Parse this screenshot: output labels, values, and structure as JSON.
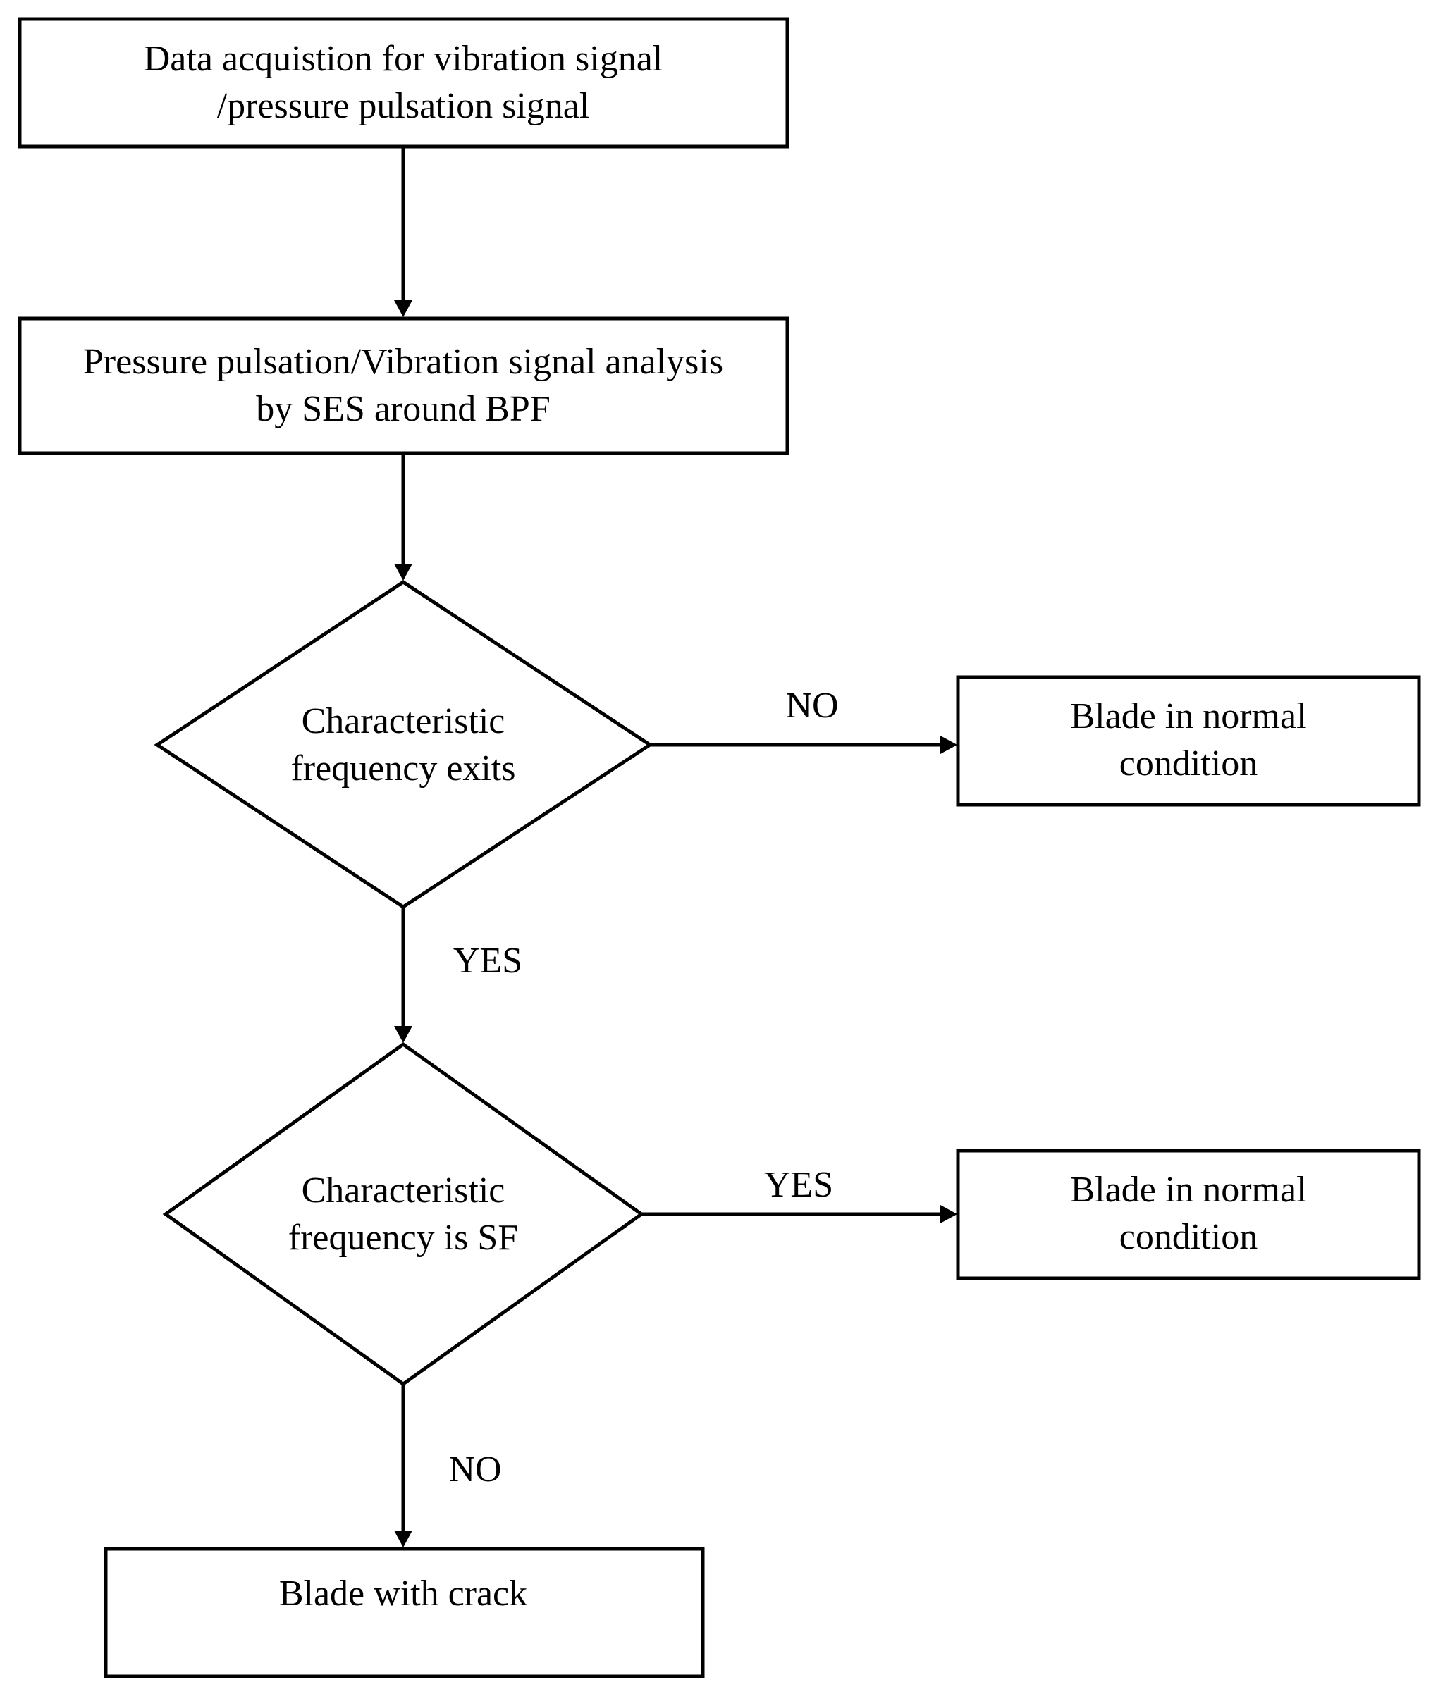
{
  "flowchart": {
    "step_acquisition": {
      "line1": "Data acquistion for vibration signal",
      "line2": "/pressure pulsation signal"
    },
    "step_analysis": {
      "line1": "Pressure pulsation/Vibration signal analysis",
      "line2": "by SES around BPF"
    },
    "decision_exists": {
      "line1": "Characteristic",
      "line2": "frequency exits"
    },
    "decision_sf": {
      "line1": "Characteristic",
      "line2": "frequency is SF"
    },
    "result_normal_1": {
      "line1": "Blade in normal",
      "line2": "condition"
    },
    "result_normal_2": {
      "line1": "Blade in normal",
      "line2": "condition"
    },
    "result_crack": {
      "line1": "Blade with crack"
    },
    "edge_labels": {
      "exists_no": "NO",
      "exists_yes": "YES",
      "sf_yes": "YES",
      "sf_no": "NO"
    }
  }
}
